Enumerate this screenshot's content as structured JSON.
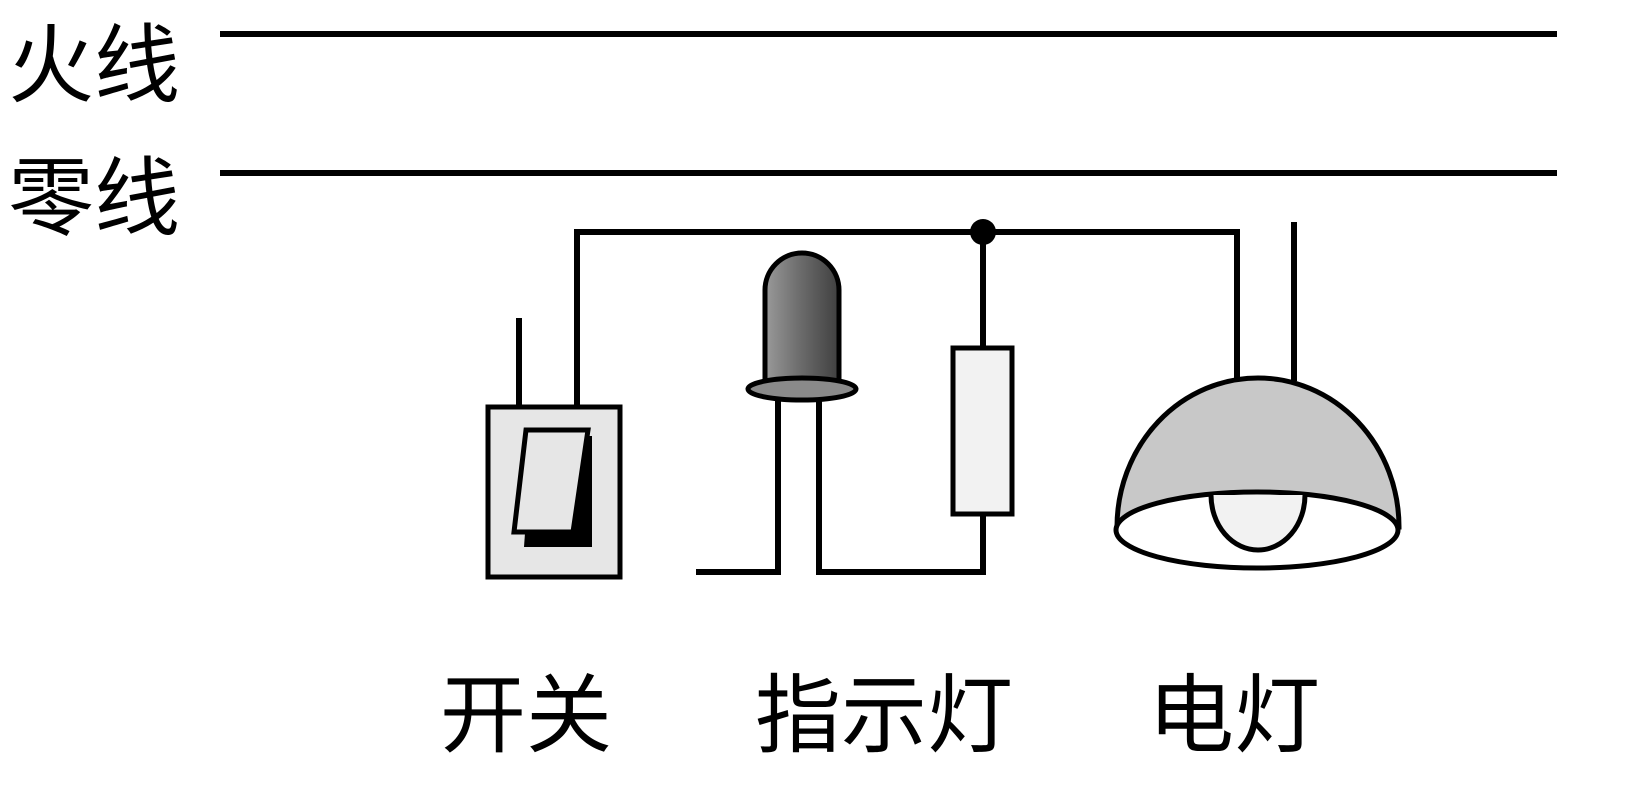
{
  "lines": {
    "live_label": "火线",
    "neutral_label": "零线"
  },
  "components": {
    "switch_label": "开关",
    "indicator_label": "指示灯",
    "lamp_label": "电灯"
  },
  "colors": {
    "stroke": "#000000",
    "background": "#ffffff",
    "switch_body": "#e6e6e6",
    "switch_rocker": "#e6e6e6",
    "led_dark": "#5a5a5a",
    "led_light": "#8a8a8a",
    "resistor_fill": "#f2f2f2",
    "lamp_shade": "#c8c8c8",
    "lamp_bulb": "#f2f2f2"
  }
}
